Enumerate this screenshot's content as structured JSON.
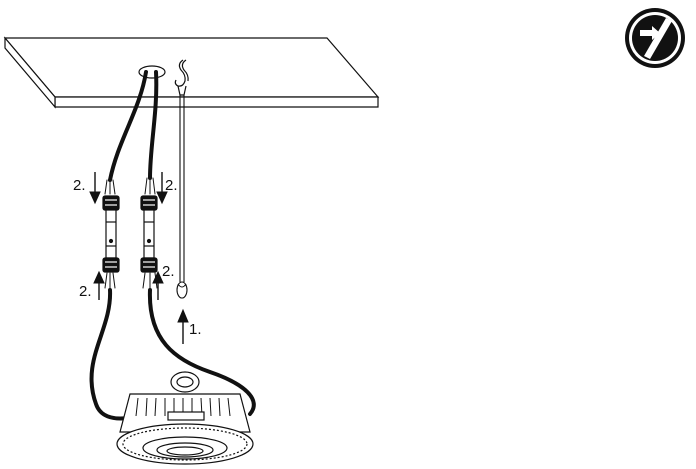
{
  "steps": {
    "hook_step": "1.",
    "connector_top_left": "2.",
    "connector_top_right": "2.",
    "connector_bottom_left": "2.",
    "connector_bottom_right": "2."
  },
  "icons": {
    "warning_symbol": "screwdriver-warning-icon"
  },
  "colors": {
    "line": "#111111",
    "fill": "#ffffff",
    "cable": "#111111"
  }
}
